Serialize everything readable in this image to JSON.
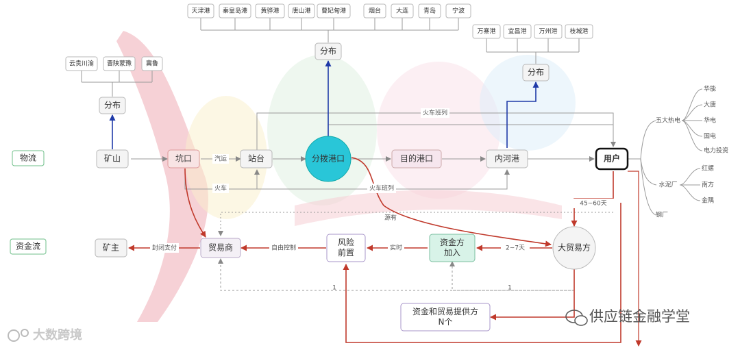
{
  "lanes": {
    "logistics": "物流",
    "funds": "资金流"
  },
  "ports_top": [
    "天津港",
    "秦皇岛港",
    "黄骅港",
    "唐山港",
    "曹妃甸港",
    "烟台",
    "大连",
    "青岛",
    "宁波"
  ],
  "ports_right": [
    "万寨港",
    "宜昌港",
    "万州港",
    "枝城港"
  ],
  "sources_left": [
    "云贵川渝",
    "晋陕蒙豫",
    "冀鲁"
  ],
  "distribute": "分布",
  "nodes": {
    "mine": "矿山",
    "pit": "坑口",
    "station": "站台",
    "dispatch_port": "分拨港口",
    "dest_port": "目的港口",
    "river_port": "内河港",
    "user": "用户",
    "mine_owner": "矿主",
    "trader": "贸易商",
    "risk": [
      "风险",
      "前置"
    ],
    "funder": [
      "资金方",
      "加入"
    ],
    "big_trader": "大贸易方",
    "provider": [
      "资金和贸易提供方",
      "N个"
    ]
  },
  "edges": {
    "truck": "汽运",
    "rail": "火车",
    "train_schedule": "火车班列",
    "train_schedule2": "火车班列",
    "days_45_60": "45~60天",
    "days_2_7": "2~7天",
    "realtime": "实时",
    "self_control": "自由控制",
    "closed_payment": "封闭支付",
    "source_of": "源有"
  },
  "users": {
    "power": "五大热电",
    "power_list": [
      "华能",
      "大唐",
      "华电",
      "国电",
      "电力投资"
    ],
    "cement": "水泥厂",
    "cement_list": [
      "红螺",
      "南方",
      "金隅"
    ],
    "steel": "钢厂"
  },
  "watermarks": {
    "left": "大数跨境",
    "right": "供应链金融学堂"
  }
}
